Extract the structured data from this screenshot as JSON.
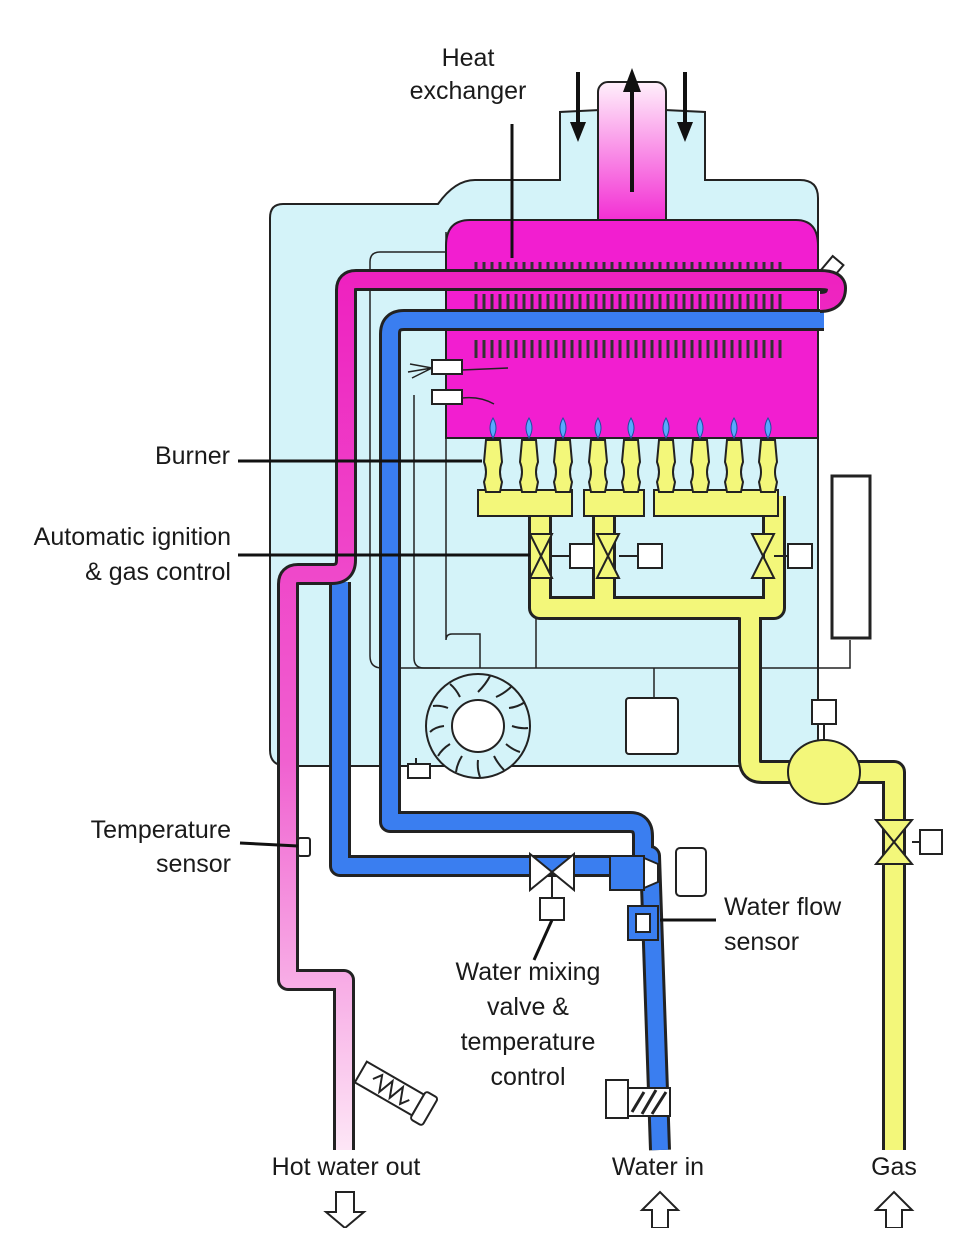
{
  "labels": {
    "heat_exchanger": [
      "Heat",
      "exchanger"
    ],
    "burner": "Burner",
    "ignition": [
      "Automatic ignition",
      "& gas control"
    ],
    "temperature_sensor": [
      "Temperature",
      "sensor"
    ],
    "water_flow_sensor": [
      "Water flow",
      "sensor"
    ],
    "mixing_valve": [
      "Water mixing",
      "valve &",
      "temperature",
      "control"
    ],
    "hot_water_out": "Hot water out",
    "water_in": "Water in",
    "gas": "Gas"
  },
  "colors": {
    "casing": "#d4f3f9",
    "hot_pipe": "#ee22c0",
    "cold_pipe": "#3a7ef0",
    "gas_pipe": "#f3f77a",
    "heat_chamber": "#f21ed0",
    "outline": "#222222"
  }
}
